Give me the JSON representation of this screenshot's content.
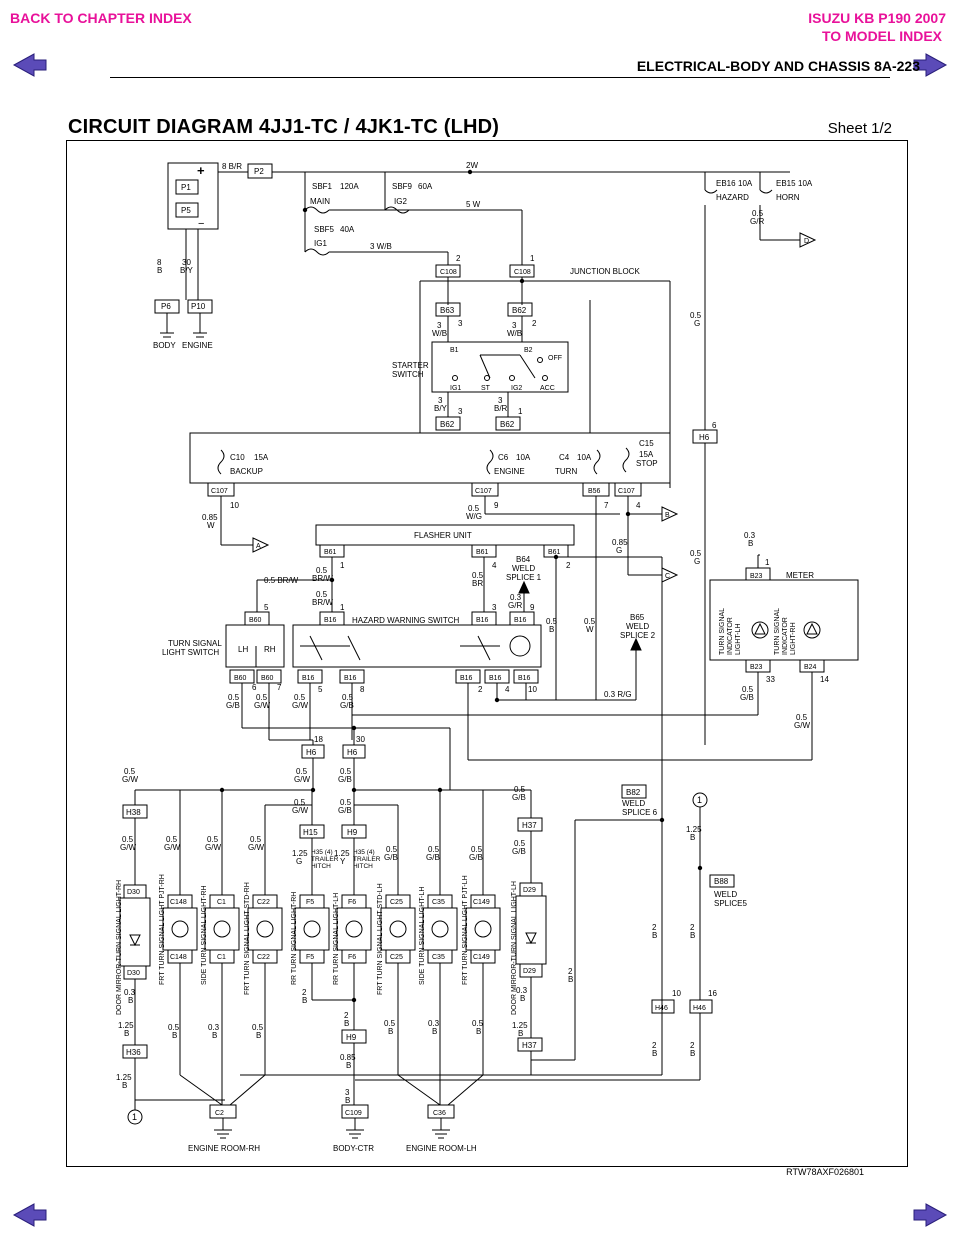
{
  "nav": {
    "back_chapter": "BACK TO CHAPTER INDEX",
    "model_line1": "ISUZU KB P190 2007",
    "model_line2": "TO MODEL INDEX",
    "accent": "#e8119a",
    "arrow_color": "#5b4bb8"
  },
  "header": {
    "section": "ELECTRICAL-BODY AND CHASSIS  8A-223",
    "title": "CIRCUIT DIAGRAM 4JJ1-TC / 4JK1-TC (LHD)",
    "sheet": "Sheet 1/2"
  },
  "diagram": {
    "code": "RTW78AXF026801",
    "top": {
      "batt_plus": "+",
      "batt_minus": "−",
      "p1": "P1",
      "p5": "P5",
      "p2": "P2",
      "p6": "P6",
      "p10": "P10",
      "w_8br": "8 B/R",
      "w_2w": "2W",
      "w_5w": "5 W",
      "w_3wb": "3 W/B",
      "w_8b": "8",
      "w_8b2": "B",
      "w_30": "30",
      "w_30by": "B/Y",
      "body": "BODY",
      "engine": "ENGINE",
      "sbf1": "SBF1",
      "sbf1_a": "120A",
      "main": "MAIN",
      "sbf9": "SBF9",
      "sbf9_a": "60A",
      "ig2": "IG2",
      "sbf5": "SBF5",
      "sbf5_a": "40A",
      "ig1": "IG1",
      "eb16": "EB16",
      "eb16_a": "10A",
      "hazard": "HAZARD",
      "eb15": "EB15",
      "eb15_a": "10A",
      "horn": "HORN",
      "w_05gr": "0.5",
      "w_05gr2": "G/R",
      "D": "D"
    },
    "junction": {
      "label": "JUNCTION BLOCK",
      "c108a": "C108",
      "c108b": "C108",
      "n2": "2",
      "n1": "1",
      "b63": "B63",
      "b62a": "B62",
      "n3": "3",
      "n2b": "2",
      "w3wb_a": "3",
      "w3wb_b": "W/B",
      "w3wb_c": "3",
      "w3wb_d": "W/B",
      "starter1": "STARTER",
      "starter2": "SWITCH",
      "b1": "B1",
      "b2": "B2",
      "off": "OFF",
      "ig1": "IG1",
      "st": "ST",
      "ig2": "IG2",
      "acc": "ACC",
      "w3by_a": "3",
      "w3by_b": "B/Y",
      "w3br_a": "3",
      "w3br_b": "B/R",
      "n3b": "3",
      "n1b": "1",
      "b62b": "B62",
      "b62c": "B62",
      "c10": "C10",
      "c10_a": "15A",
      "backup": "BACKUP",
      "c6": "C6",
      "c6_a": "10A",
      "engine": "ENGINE",
      "c4": "C4",
      "c4_a": "10A",
      "turn": "TURN",
      "c15": "C15",
      "c15_a": "15A",
      "stop": "STOP",
      "c107a": "C107",
      "c107b": "C107",
      "b56": "B56",
      "c107c": "C107",
      "n10": "10",
      "n9": "9",
      "n7": "7",
      "n4": "4",
      "w085w_a": "0.85",
      "w085w_b": "W",
      "w05wg_a": "0.5",
      "w05wg_b": "W/G",
      "w05g_a": "0.5",
      "w05g_b": "G",
      "h6": "H6",
      "n6": "6"
    },
    "flasher": {
      "label": "FLASHER UNIT",
      "b61a": "B61",
      "b61b": "B61",
      "b61c": "B61",
      "n1": "1",
      "n4": "4",
      "n2": "2",
      "b64_1": "B64",
      "b64_2": "WELD",
      "b64_3": "SPLICE 1",
      "w085g_a": "0.85",
      "w085g_b": "G",
      "w05brw_a": "0.5",
      "w05brw_b": "BR/W",
      "w05br_a": "0.5",
      "w05br_b": "BR",
      "w05brw2": "0.5 BR/W",
      "w05brw3_a": "0.5",
      "w05brw3_b": "BR/W",
      "w03gr_a": "0.3",
      "w03gr_b": "G/R",
      "A": "A",
      "B": "B",
      "C": "C",
      "w05g2_a": "0.5",
      "w05g2_b": "G"
    },
    "hazard_sw": {
      "label": "HAZARD WARNING SWITCH",
      "b16": "B16",
      "n1": "1",
      "n3": "3",
      "n9": "9",
      "n5": "5",
      "n8": "8",
      "n2": "2",
      "n4": "4",
      "n10": "10",
      "n7": "7",
      "n6": "6",
      "b60a": "B60",
      "b60b": "B60",
      "b60c": "B60",
      "turn_sw1": "TURN SIGNAL",
      "turn_sw2": "LIGHT SWITCH",
      "lh": "LH",
      "rh": "RH",
      "w05b_a": "0.5",
      "w05b_b": "B",
      "w05w_a": "0.5",
      "w05w_b": "W",
      "b65_1": "B65",
      "b65_2": "WELD",
      "b65_3": "SPLICE 2",
      "w03rg": "0.3 R/G",
      "w05gb_a": "0.5",
      "w05gb_b": "G/B",
      "w05gw_a": "0.5",
      "w05gw_b": "G/W"
    },
    "meter": {
      "label": "METER",
      "b23a": "B23",
      "b23b": "B23",
      "b24": "B24",
      "n1": "1",
      "n33": "33",
      "n14": "14",
      "w03b_a": "0.3",
      "w03b_b": "B",
      "lh1": "TURN SIGNAL",
      "lh2": "INDICATOR",
      "lh3": "LIGHT-LH",
      "rh1": "TURN SIGNAL",
      "rh2": "INDICATOR",
      "rh3": "LIGHT-RH",
      "w05gb_a": "0.5",
      "w05gb_b": "G/B",
      "w05gw_a": "0.5",
      "w05gw_b": "G/W"
    },
    "lamps": {
      "h6a": "H6",
      "h6b": "H6",
      "n18": "18",
      "n30": "30",
      "h38": "H38",
      "h15": "H15",
      "h9": "H9",
      "h37": "H37",
      "h36": "H36",
      "h9b": "H9",
      "h37b": "H37",
      "b82": "B82",
      "ws6_1": "WELD",
      "ws6_2": "SPLICE 6",
      "b88": "B88",
      "ws5_1": "WELD",
      "ws5_2": "SPLICE5",
      "h46a": "H46",
      "h46b": "H46",
      "n10": "10",
      "n16": "16",
      "one": "1",
      "trailer_a1": "H35 (4)",
      "trailer_a2": "TRAILER",
      "trailer_a3": "HITCH",
      "trailer_b1": "H35 (4)",
      "trailer_b2": "TRAILER",
      "trailer_b3": "HITCH",
      "w125g": "1.25",
      "w125g_b": "G",
      "w125y": "1.25",
      "w125y_b": "Y",
      "l_dm_rh": "DOOR MIRROR-TURN SIGNAL LIGHT-RH",
      "l_frt_pjt_rh": "FRT TURN SIGNAL LIGHT PJT-RH",
      "l_side_rh": "SIDE TURN SIGNAL LIGHT-RH",
      "l_frt_std_rh": "FRT TURN SIGNAL LIGHT STD-RH",
      "l_rr_rh": "RR TURN SIGNAL LIGHT-RH",
      "l_rr_lh": "RR TURN SIGNAL LIGHT-LH",
      "l_frt_std_lh": "FRT TURN SIGNAL LIGHT STD-LH",
      "l_side_lh": "SIDE TURN SIGNAL LIGHT-LH",
      "l_frt_pjt_lh": "FRT TURN SIGNAL LIGHT PJT-LH",
      "l_dm_lh": "DOOR MIRROR-TURN SIGNAL LIGHT-LH",
      "d30": "D30",
      "c148": "C148",
      "c1": "C1",
      "c22": "C22",
      "f5": "F5",
      "f6": "F6",
      "c25": "C25",
      "c35": "C35",
      "c149": "C149",
      "d29": "D29",
      "c2": "C2",
      "c109": "C109",
      "c36": "C36",
      "g_rh": "ENGINE ROOM-RH",
      "g_ctr": "BODY-CTR",
      "g_lh": "ENGINE ROOM-LH",
      "w05gw": "0.5",
      "w05gw_b": "G/W",
      "w05gb": "0.5",
      "w05gb_b": "G/B",
      "w03b": "0.3",
      "w03b_b": "B",
      "w05b": "0.5",
      "w05b_b": "B",
      "w125b": "1.25",
      "w125b_b": "B",
      "w2b": "2",
      "w2b_b": "B",
      "w085b": "0.85",
      "w085b_b": "B",
      "w3b": "3",
      "w3b_b": "B",
      "n1": "1",
      "n2": "2",
      "n3": "3",
      "n4": "4",
      "n5": "5",
      "n6": "6"
    }
  }
}
